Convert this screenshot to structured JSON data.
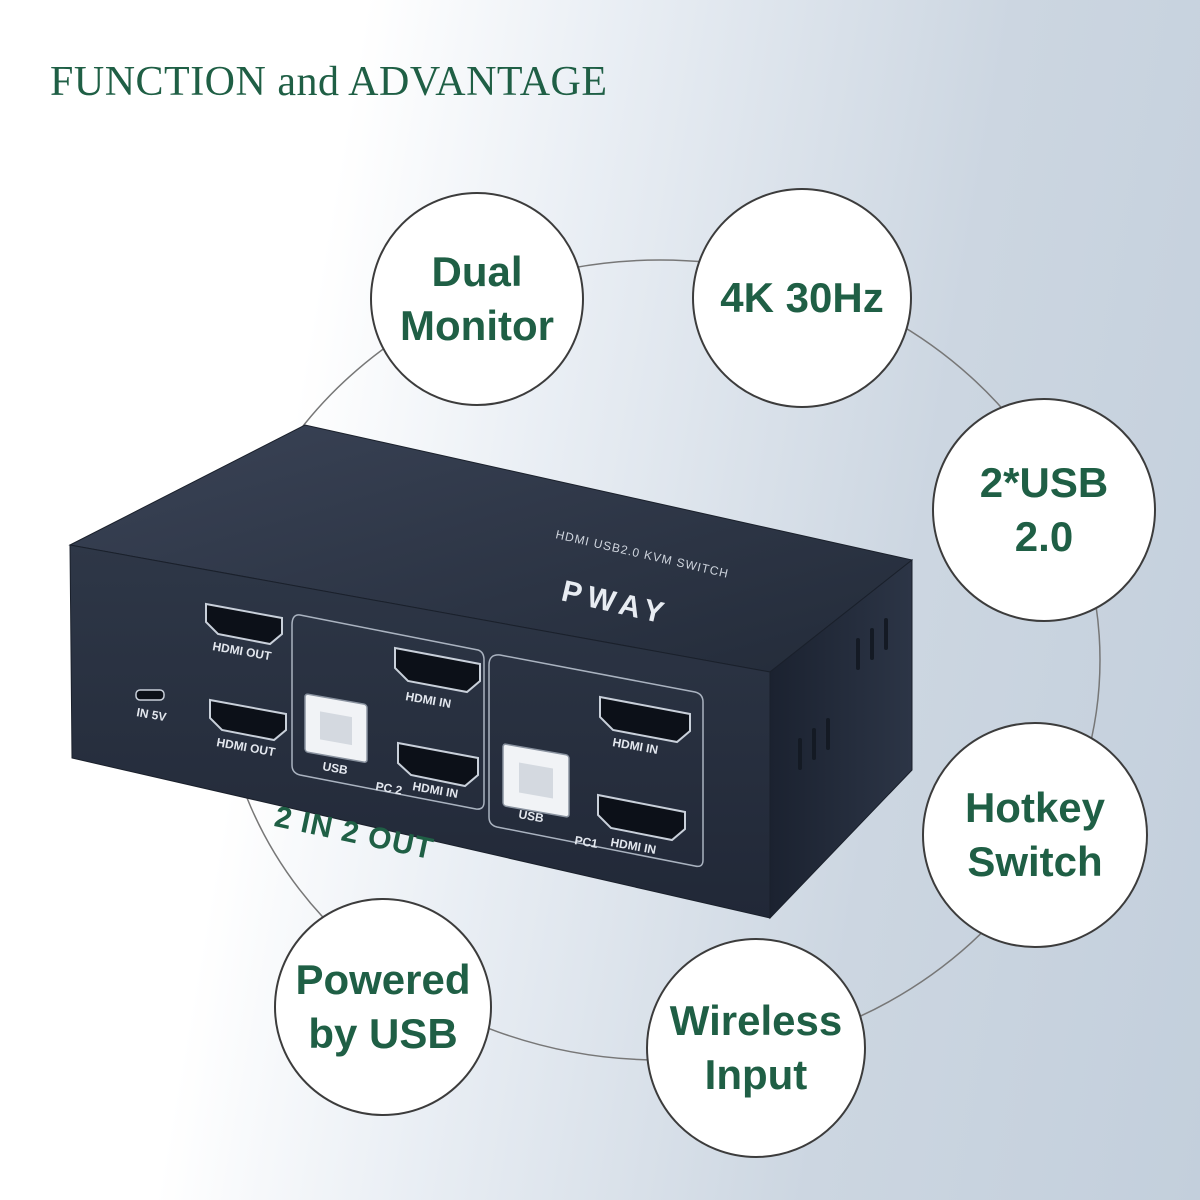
{
  "heading": "FUNCTION and ADVANTAGE",
  "colors": {
    "accent_green": "#1f5f45",
    "device_body": "#2a3344",
    "circle_border": "#3c3c3c"
  },
  "features": [
    {
      "id": "dual-monitor",
      "label": "Dual\nMonitor"
    },
    {
      "id": "4k-30hz",
      "label": "4K 30Hz"
    },
    {
      "id": "2-usb",
      "label": "2*USB\n2.0"
    },
    {
      "id": "hotkey-switch",
      "label": "Hotkey\nSwitch"
    },
    {
      "id": "wireless-input",
      "label": "Wireless\nInput"
    },
    {
      "id": "powered-by-usb",
      "label": "Powered\nby USB"
    }
  ],
  "badge": "2 IN 2 OUT",
  "device": {
    "brand": "PWAY",
    "model": "HDMI USB2.0 KVM SWITCH",
    "port_labels": {
      "power": "IN 5V",
      "hdmi_out": "HDMI OUT",
      "hdmi_in": "HDMI IN",
      "usb": "USB",
      "pc1": "PC1",
      "pc2": "PC 2"
    }
  }
}
